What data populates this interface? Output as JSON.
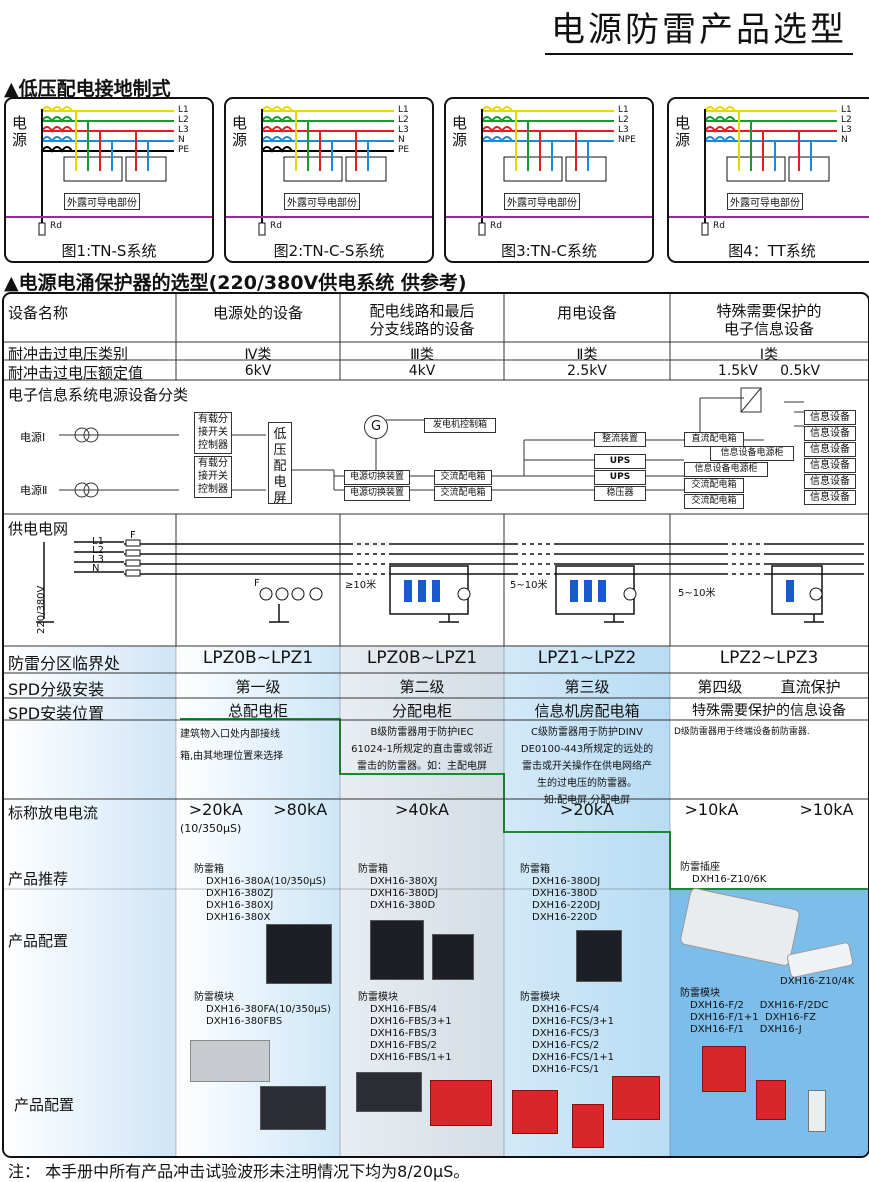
{
  "page_title": "电源防雷产品选型",
  "section1_title": "▲低压配电接地制式",
  "diagrams": [
    {
      "source_label": "电源",
      "lines": [
        "L1",
        "L2",
        "L3",
        "N",
        "PE"
      ],
      "exposed_label": "外露可导电部份",
      "rd_label": "Rd",
      "caption": "图1:TN-S系统"
    },
    {
      "source_label": "电源",
      "lines": [
        "L1",
        "L2",
        "L3",
        "N",
        "PE"
      ],
      "exposed_label": "外露可导电部份",
      "rd_label": "Rd",
      "caption": "图2:TN-C-S系统"
    },
    {
      "source_label": "电源",
      "lines": [
        "L1",
        "L2",
        "L3",
        "NPE"
      ],
      "exposed_label": "外露可导电部份",
      "rd_label": "Rd",
      "caption": "图3:TN-C系统"
    },
    {
      "source_label": "电源",
      "lines": [
        "L1",
        "L2",
        "L3",
        "N"
      ],
      "exposed_label": "外露可导电部份",
      "rd_label": "Rd",
      "caption": "图4：TT系统"
    }
  ],
  "section2_title": "▲电源电涌保护器的选型(220/380V供电系统 供参考)",
  "table": {
    "row_device": {
      "label": "设备名称",
      "cols": [
        "电源处的设备",
        "配电线路和最后\n分支线路的设备",
        "用电设备",
        "特殊需要保护的\n电子信息设备"
      ]
    },
    "row_category": {
      "label": "耐冲击过电压类别",
      "cols": [
        "Ⅳ类",
        "Ⅲ类",
        "Ⅱ类",
        "Ⅰ类"
      ]
    },
    "row_voltage": {
      "label": "耐冲击过电压额定值",
      "cols": [
        "6kV",
        "4kV",
        "2.5kV",
        "1.5kV     0.5kV"
      ]
    },
    "row_class": {
      "label": "电子信息系统电源设备分类",
      "source1": "电源Ⅰ",
      "source2": "电源Ⅱ",
      "switch_label": "有载分接开关控制器",
      "lv_panel": "低压配电屏",
      "generator": "G",
      "gen_control": "发电机控制箱",
      "power_switch": "电源切换装置",
      "ac_box": "交流配电箱",
      "rectifier": "整流装置",
      "ups": "UPS",
      "stabilizer": "稳压器",
      "dc_box": "直流配电箱",
      "info_power_cabinet": "信息设备电源柜",
      "info_device": "信息设备"
    },
    "row_grid": {
      "label": "供电电网",
      "voltage": "220/380V",
      "lines": [
        "L1",
        "L2",
        "L3",
        "N"
      ],
      "f_label": "F",
      "dist1": "≥10米",
      "dist2": "5~10米",
      "dist3": "5~10米"
    },
    "row_lpz": {
      "label": "防雷分区临界处",
      "cols": [
        "LPZ0B~LPZ1",
        "LPZ0B~LPZ1",
        "LPZ1~LPZ2",
        "LPZ2~LPZ3"
      ]
    },
    "row_level": {
      "label": "SPD分级安装",
      "cols": [
        "第一级",
        "第二级",
        "第三级",
        "第四级        直流保护"
      ]
    },
    "row_location": {
      "label": "SPD安装位置",
      "cols": [
        "总配电柜",
        "分配电柜",
        "信息机房配电箱",
        "特殊需要保护的信息设备"
      ]
    },
    "row_desc": {
      "cols": [
        "建筑物入口处内部接线\n箱,由其地理位置来选择",
        "B级防雷器用于防护IEC\n61024-1所规定的直击雷或邻近\n雷击的防雷器。如：主配电屏",
        "C级防雷器用于防护DINV\nDE0100-443所规定的远处的\n雷击或开关操作在供电网络产\n生的过电压的防雷器。\n如:配电屏,分配电屏",
        "D级防雷器用于终端设备前防雷器."
      ]
    },
    "row_current": {
      "label": "标称放电电流",
      "cols": [
        ">20kA      >80kA",
        ">40kA",
        ">20kA",
        ">10kA            >10kA"
      ],
      "sub": "(10/350μS)"
    },
    "row_products": {
      "label_recommend": "产品推荐",
      "label_config": "产品配置",
      "label_config2": "产品配置",
      "col1_box_title": "防雷箱",
      "col1_box_items": [
        "DXH16-380A(10/350μS)",
        "DXH16-380ZJ",
        "DXH16-380XJ",
        "DXH16-380X"
      ],
      "col1_mod_title": "防雷模块",
      "col1_mod_items": [
        "DXH16-380FA(10/350μS)",
        "DXH16-380FBS"
      ],
      "col2_box_title": "防雷箱",
      "col2_box_items": [
        "DXH16-380XJ",
        "DXH16-380DJ",
        "DXH16-380D"
      ],
      "col2_mod_title": "防雷模块",
      "col2_mod_items": [
        "DXH16-FBS/4",
        "DXH16-FBS/3+1",
        "DXH16-FBS/3",
        "DXH16-FBS/2",
        "DXH16-FBS/1+1"
      ],
      "col3_box_title": "防雷箱",
      "col3_box_items": [
        "DXH16-380DJ",
        "DXH16-380D",
        "DXH16-220DJ",
        "DXH16-220D"
      ],
      "col3_mod_title": "防雷模块",
      "col3_mod_items": [
        "DXH16-FCS/4",
        "DXH16-FCS/3+1",
        "DXH16-FCS/3",
        "DXH16-FCS/2",
        "DXH16-FCS/1+1",
        "DXH16-FCS/1"
      ],
      "col4_socket_title": "防雷插座",
      "col4_socket_item": "DXH16-Z10/6K",
      "col4_socket_item2": "DXH16-Z10/4K",
      "col4_mod_title": "防雷模块",
      "col4_mod_items": [
        "DXH16-F/2     DXH16-F/2DC",
        "DXH16-F/1+1  DXH16-FZ",
        "DXH16-F/1     DXH16-J"
      ]
    }
  },
  "footnote": "注： 本手册中所有产品冲击试验波形未注明情况下均为8/20μS。",
  "colors": {
    "L1": "#e8d800",
    "L2": "#1a9a2a",
    "L3": "#e02020",
    "N": "#1a8ad8",
    "PE": "#000000",
    "ground_line": "#9a2a9a",
    "bg_blue": "#cfe6f7",
    "bg_gray": "#e4e8ec",
    "bg_deep_blue": "#7bbce8",
    "stair_line": "#1a8a2a"
  }
}
